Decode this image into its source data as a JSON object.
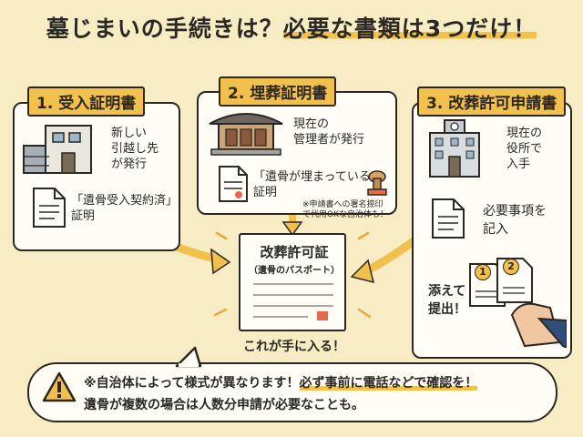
{
  "title": {
    "prefix": "墓じまいの手続きは？",
    "highlight": "必要な書類は3つだけ！"
  },
  "panels": [
    {
      "label": "1. 受入証明書",
      "issuer": "新しい\n引越し先\nが発行",
      "doc_text": "「遺骨受入契約済」\n証明"
    },
    {
      "label": "2. 埋葬証明書",
      "issuer": "現在の\n管理者が発行",
      "doc_text": "「遺骨が埋まっている」\n証明",
      "note": "※申請書への署名捺印\nで代用OKな自治体も！"
    },
    {
      "label": "3. 改葬許可申請書",
      "issuer": "現在の\n役所で\n入手",
      "doc_text": "必要事項を\n記入",
      "submit": "添えて\n提出！",
      "badge_1": "1",
      "badge_2": "2"
    }
  ],
  "result": {
    "title": "改葬許可証",
    "subtitle": "（遺骨のパスポート）",
    "caption": "これが手に入る！"
  },
  "note": {
    "line1_a": "※自治体によって様式が異なります！",
    "line1_b": "必ず事前に電話などで確認を！",
    "line2": "遺骨が複数の場合は人数分申請が必要なことも。"
  },
  "colors": {
    "background": "#f8ecc4",
    "accent": "#f2c04c",
    "ink": "#2b2722",
    "paper": "#fffdf6"
  },
  "icons": [
    "house-icon",
    "temple-icon",
    "city-hall-icon",
    "document-icon",
    "stamp-icon",
    "warning-icon",
    "hand-icon",
    "arrow-icon"
  ]
}
